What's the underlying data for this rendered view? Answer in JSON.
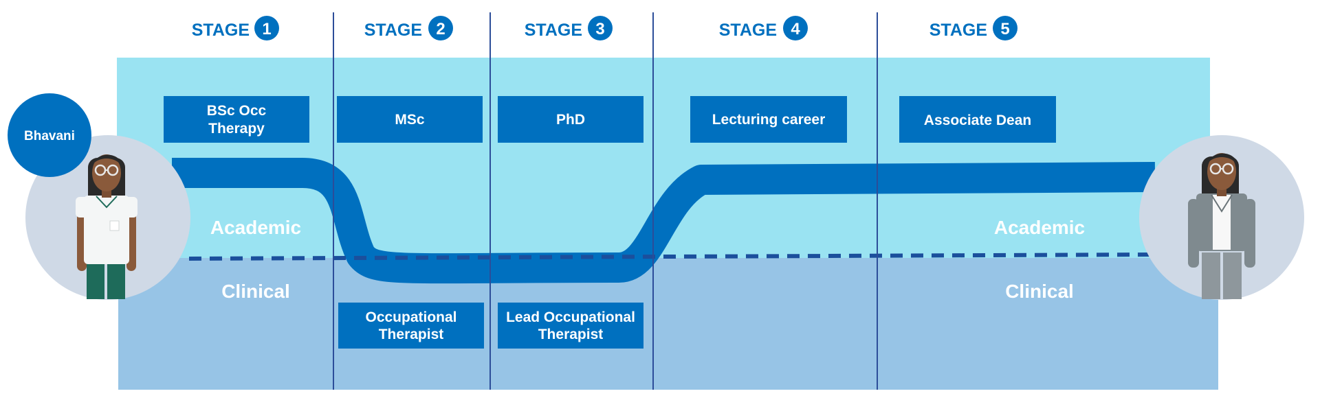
{
  "person_name": "Bhavani",
  "stages": [
    {
      "label": "STAGE",
      "number": "1"
    },
    {
      "label": "STAGE",
      "number": "2"
    },
    {
      "label": "STAGE",
      "number": "3"
    },
    {
      "label": "STAGE",
      "number": "4"
    },
    {
      "label": "STAGE",
      "number": "5"
    }
  ],
  "zones": {
    "academic_left": "Academic",
    "clinical_left": "Clinical",
    "academic_right": "Academic",
    "clinical_right": "Clinical"
  },
  "academic_boxes": [
    {
      "line1": "BSc Occ",
      "line2": "Therapy"
    },
    {
      "line1": "MSc",
      "line2": ""
    },
    {
      "line1": "PhD",
      "line2": ""
    },
    {
      "line1": "Lecturing career",
      "line2": ""
    },
    {
      "line1": "Associate Dean",
      "line2": ""
    }
  ],
  "clinical_boxes": [
    {
      "line1": "Occupational",
      "line2": "Therapist"
    },
    {
      "line1": "Lead Occupational",
      "line2": "Therapist"
    }
  ],
  "colors": {
    "academic_zone": "#9ae3f2",
    "clinical_zone": "#97c4e6",
    "brand_blue": "#0070bf",
    "dark_blue": "#1b4f9c",
    "divider": "#2c4d99",
    "avatar_bg": "#cfd9e6",
    "white": "#ffffff"
  },
  "icons": {
    "start_avatar": "woman-in-uniform-icon",
    "end_avatar": "woman-in-suit-icon"
  }
}
